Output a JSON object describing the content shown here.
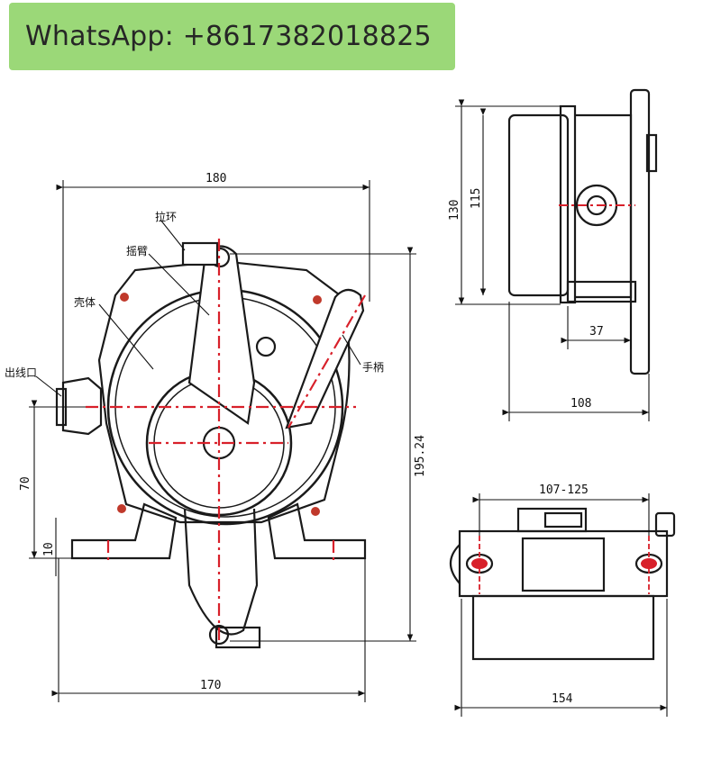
{
  "banner": {
    "text": "WhatsApp: +8617382018825"
  },
  "front_view": {
    "labels": {
      "pull_ring": "拉环",
      "rocker_arm": "摇臂",
      "housing": "壳体",
      "handle": "手柄",
      "cable_outlet": "出线口"
    },
    "dims": {
      "top_width": "180",
      "bottom_width": "170",
      "overall_height": "195.24",
      "outlet_height": "70",
      "base_offset": "10"
    }
  },
  "side_view": {
    "dims": {
      "height_outer": "130",
      "height_inner": "115",
      "handle_offset": "37",
      "depth": "108"
    }
  },
  "bottom_view": {
    "dims": {
      "mount_spacing": "107-125",
      "width": "154"
    }
  },
  "colors": {
    "banner": "#9bd878",
    "centerline": "#d8202a",
    "outline": "#1a1a1a"
  }
}
